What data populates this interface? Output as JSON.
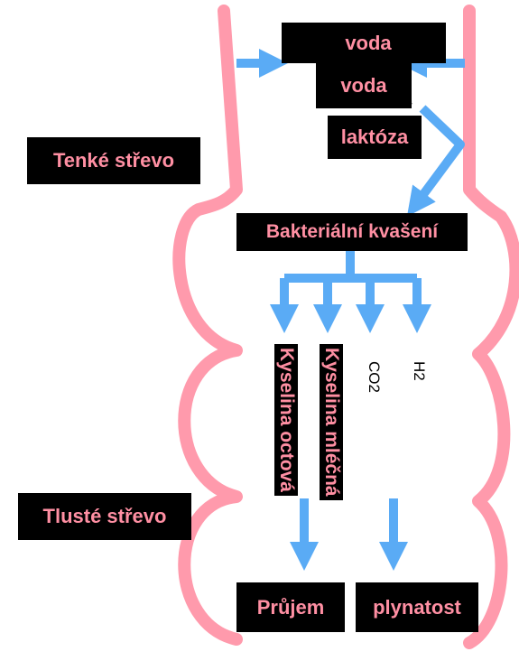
{
  "colors": {
    "intestine": "#ff9aac",
    "arrow": "#5aabf5",
    "label_bg": "#000000",
    "label_text": "#ff8fa3"
  },
  "labels": {
    "small_intestine": "Tenké střevo",
    "large_intestine": "Tlusté střevo",
    "water_1": "voda",
    "water_2": "voda",
    "lactose": "laktóza",
    "fermentation": "Bakteriální kvašení",
    "acetic_acid": "Kyselina octová",
    "lactic_acid": "Kyselina mléčná",
    "co2": "CO2",
    "h2": "H2",
    "diarrhea": "Průjem",
    "flatulence": "plynatost"
  }
}
